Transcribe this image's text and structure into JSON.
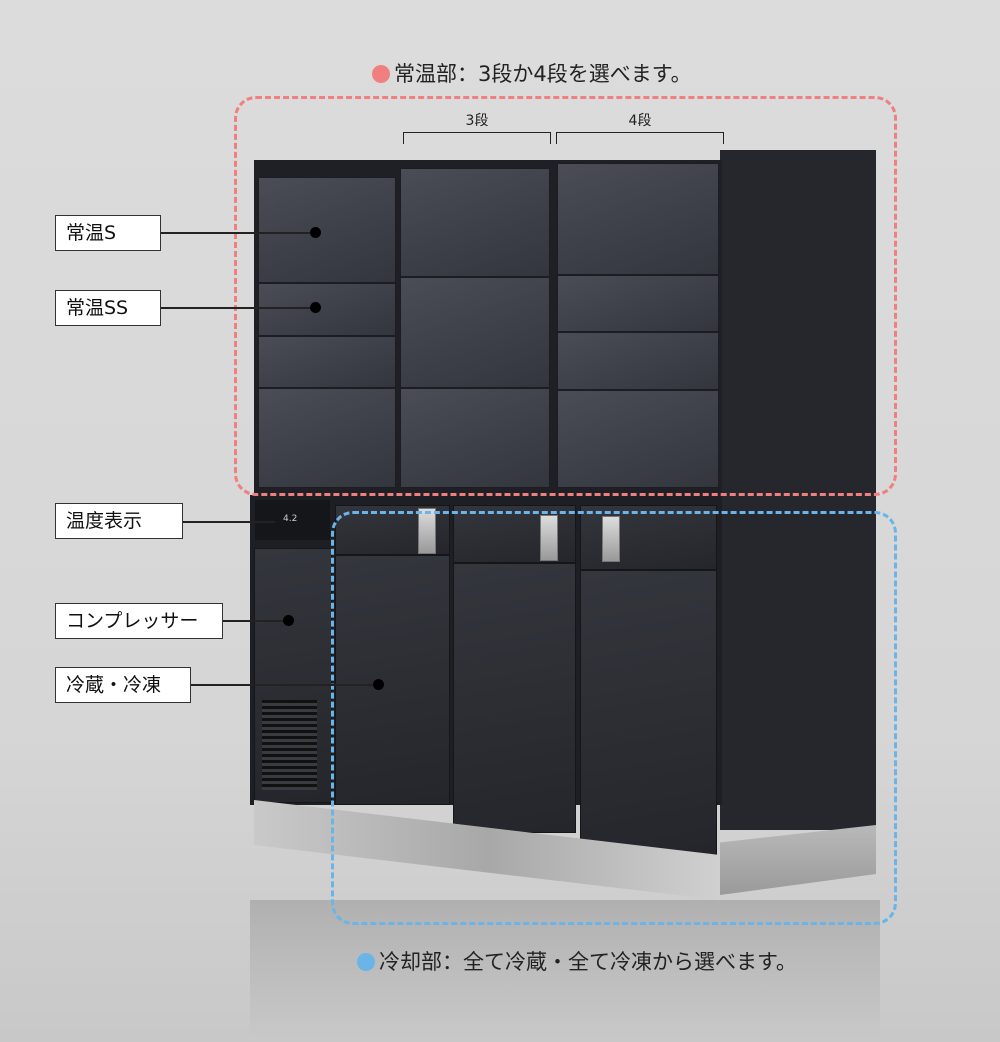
{
  "header": {
    "text": "常温部：3段か4段を選べます。",
    "dot_color": "#f08080"
  },
  "brackets": [
    {
      "label": "3段"
    },
    {
      "label": "4段"
    }
  ],
  "footer": {
    "text": "冷却部：全て冷蔵・全て冷凍から選べます。",
    "dot_color": "#6ab4e8"
  },
  "labels": [
    {
      "text": "常温S"
    },
    {
      "text": "常温SS"
    },
    {
      "text": "温度表示"
    },
    {
      "text": "コンプレッサー"
    },
    {
      "text": "冷蔵・冷凍"
    }
  ],
  "display_readout": "4.2"
}
